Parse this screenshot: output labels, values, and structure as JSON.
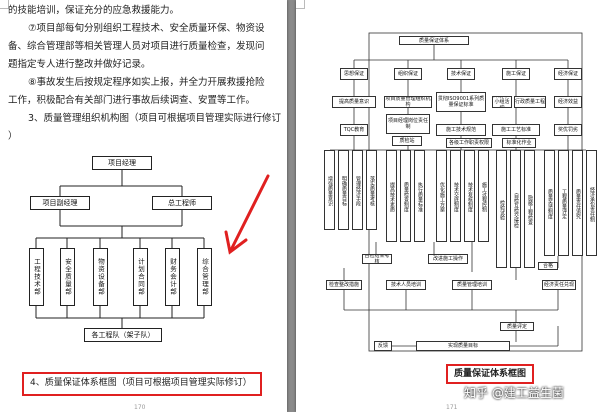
{
  "left_page": {
    "paragraphs": [
      "的技能培训，保证充分的应急救援能力。",
      "⑦项目部每旬分别组织工程技术、安全质量环保、物资设",
      "备、综合管理部等相关管理人员对项目进行质量检查，发现问",
      "题指定专人进行整改并做好记录。",
      "⑧事故发生后按规定程序如实上报，并全力开展救援抢险",
      "工作，积极配合有关部门进行事故后续调查、安置等工作。",
      "3、质量管理组织机构图（项目可根据项目管理实际进行修订",
      "）"
    ],
    "org": {
      "manager": "项目经理",
      "deputy": "项目副经理",
      "chief_engineer": "总工程师",
      "departments": [
        "工程技术部",
        "安全质量部",
        "物资设备部",
        "计划合同部",
        "财务会计部",
        "综合管理部"
      ],
      "teams": "各工程队（架子队）"
    },
    "caption": "4、质量保证体系框图（项目可根据项目管理实际修订）",
    "page_number": "170"
  },
  "right_page": {
    "top": "质量保证体系",
    "level2": [
      "思想保证",
      "组织保证",
      "技术保证",
      "施工保证",
      "经济保证"
    ],
    "row3": [
      "提高质量意识",
      "项目质量管理组织机构",
      "贯彻ISO9001系列质量保证标准",
      "开展QC小组活动",
      "行政质量工程",
      "经济效益"
    ],
    "row4": [
      "TQC教育",
      "项目经理岗位责任制",
      "施工技术规范",
      "施工工艺标准",
      "奖优罚劣"
    ],
    "row5": [
      "质检站",
      "各级工作职责权限",
      "标准化作业"
    ],
    "cols": [
      "增强质量意识",
      "明确质量目标",
      "管理经济手段",
      "落实质量考核",
      "提高技术素质",
      "质量检查制度",
      "执行质量标准",
      "优化施工方案",
      "技术交底制度",
      "技术复核制度",
      "施工过程控制",
      "检验试验",
      "自检互检交接检",
      "隐蔽工程检查",
      "质量奖惩制度",
      "工程质量评定",
      "质量责任追究",
      "经济承包责任制"
    ],
    "lower": [
      "检查整改措施",
      "技术人员培训",
      "质量管理培训",
      "改进施工操作",
      "自检结果考核",
      "经济责任兑现",
      "质量评定"
    ],
    "bottom": [
      "实现质量目标",
      "反馈",
      "合格"
    ],
    "caption": "质量保证体系框图",
    "page_number": "171"
  },
  "watermark": "知乎 @建工益生菌",
  "colors": {
    "highlight": "#e02020",
    "background": "#8c8c8c"
  }
}
